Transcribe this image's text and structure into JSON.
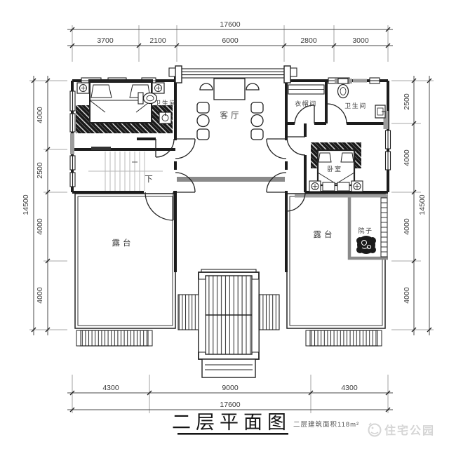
{
  "title": {
    "text": "二层平面图",
    "subtitle": "二层建筑面积118m²"
  },
  "watermark": {
    "text": "住宅公园"
  },
  "dimensions": {
    "top_total": "17600",
    "top_segments": [
      "3700",
      "2100",
      "6000",
      "2800",
      "3000"
    ],
    "bottom_segments": [
      "4300",
      "9000",
      "4300"
    ],
    "bottom_total": "17600",
    "left_total": "14500",
    "left_segments": [
      "4000",
      "2500",
      "4000",
      "4000"
    ],
    "right_segments": [
      "2500",
      "4000",
      "4000",
      "4000"
    ],
    "right_total": "14500"
  },
  "rooms": {
    "bathroom_left": "卫生间",
    "living_room": "客厅",
    "cloakroom": "衣帽间",
    "bathroom_right": "卫生间",
    "stair_direction": "下",
    "bedroom": "卧室",
    "terrace_left": "露台",
    "terrace_right": "露台",
    "courtyard": "院子"
  }
}
